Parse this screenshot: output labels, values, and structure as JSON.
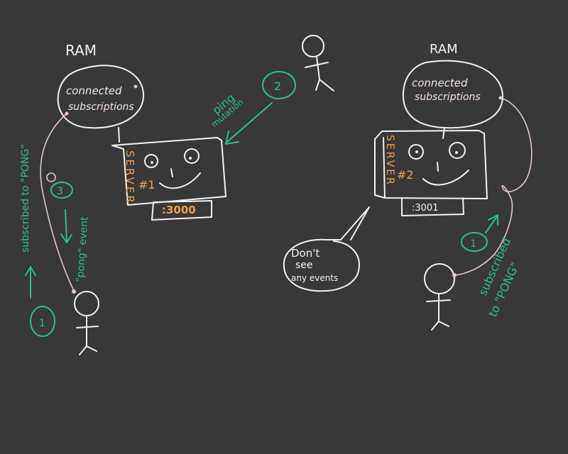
{
  "left": {
    "ram_label": "RAM",
    "bubble_line1": "connected",
    "bubble_line2": "subscriptions",
    "server_word": "SERVER",
    "server_number": "#1",
    "port": ":3000",
    "step3_number": "3",
    "step3_label": "\"pong\" event",
    "step1_number": "1",
    "step1_label": "subscribed to \"PONG\""
  },
  "middle": {
    "step2_number": "2",
    "ping_line1": "ping",
    "ping_line2": "mutation"
  },
  "right": {
    "ram_label": "RAM",
    "bubble_line1": "connected",
    "bubble_line2": "subscriptions",
    "server_word": "SERVER",
    "server_number": "#2",
    "port": ":3001",
    "speech_line1": "Don't",
    "speech_line2": "see",
    "speech_line3": "any events",
    "step1_number": "1",
    "step1_label_line1": "subscribed",
    "step1_label_line2": "to \"PONG\""
  },
  "colors": {
    "background": "#383838",
    "chalk": "#f2f2f2",
    "pink": "#e9c2dc",
    "orange": "#f0a24a",
    "green": "#2bbf8a"
  }
}
